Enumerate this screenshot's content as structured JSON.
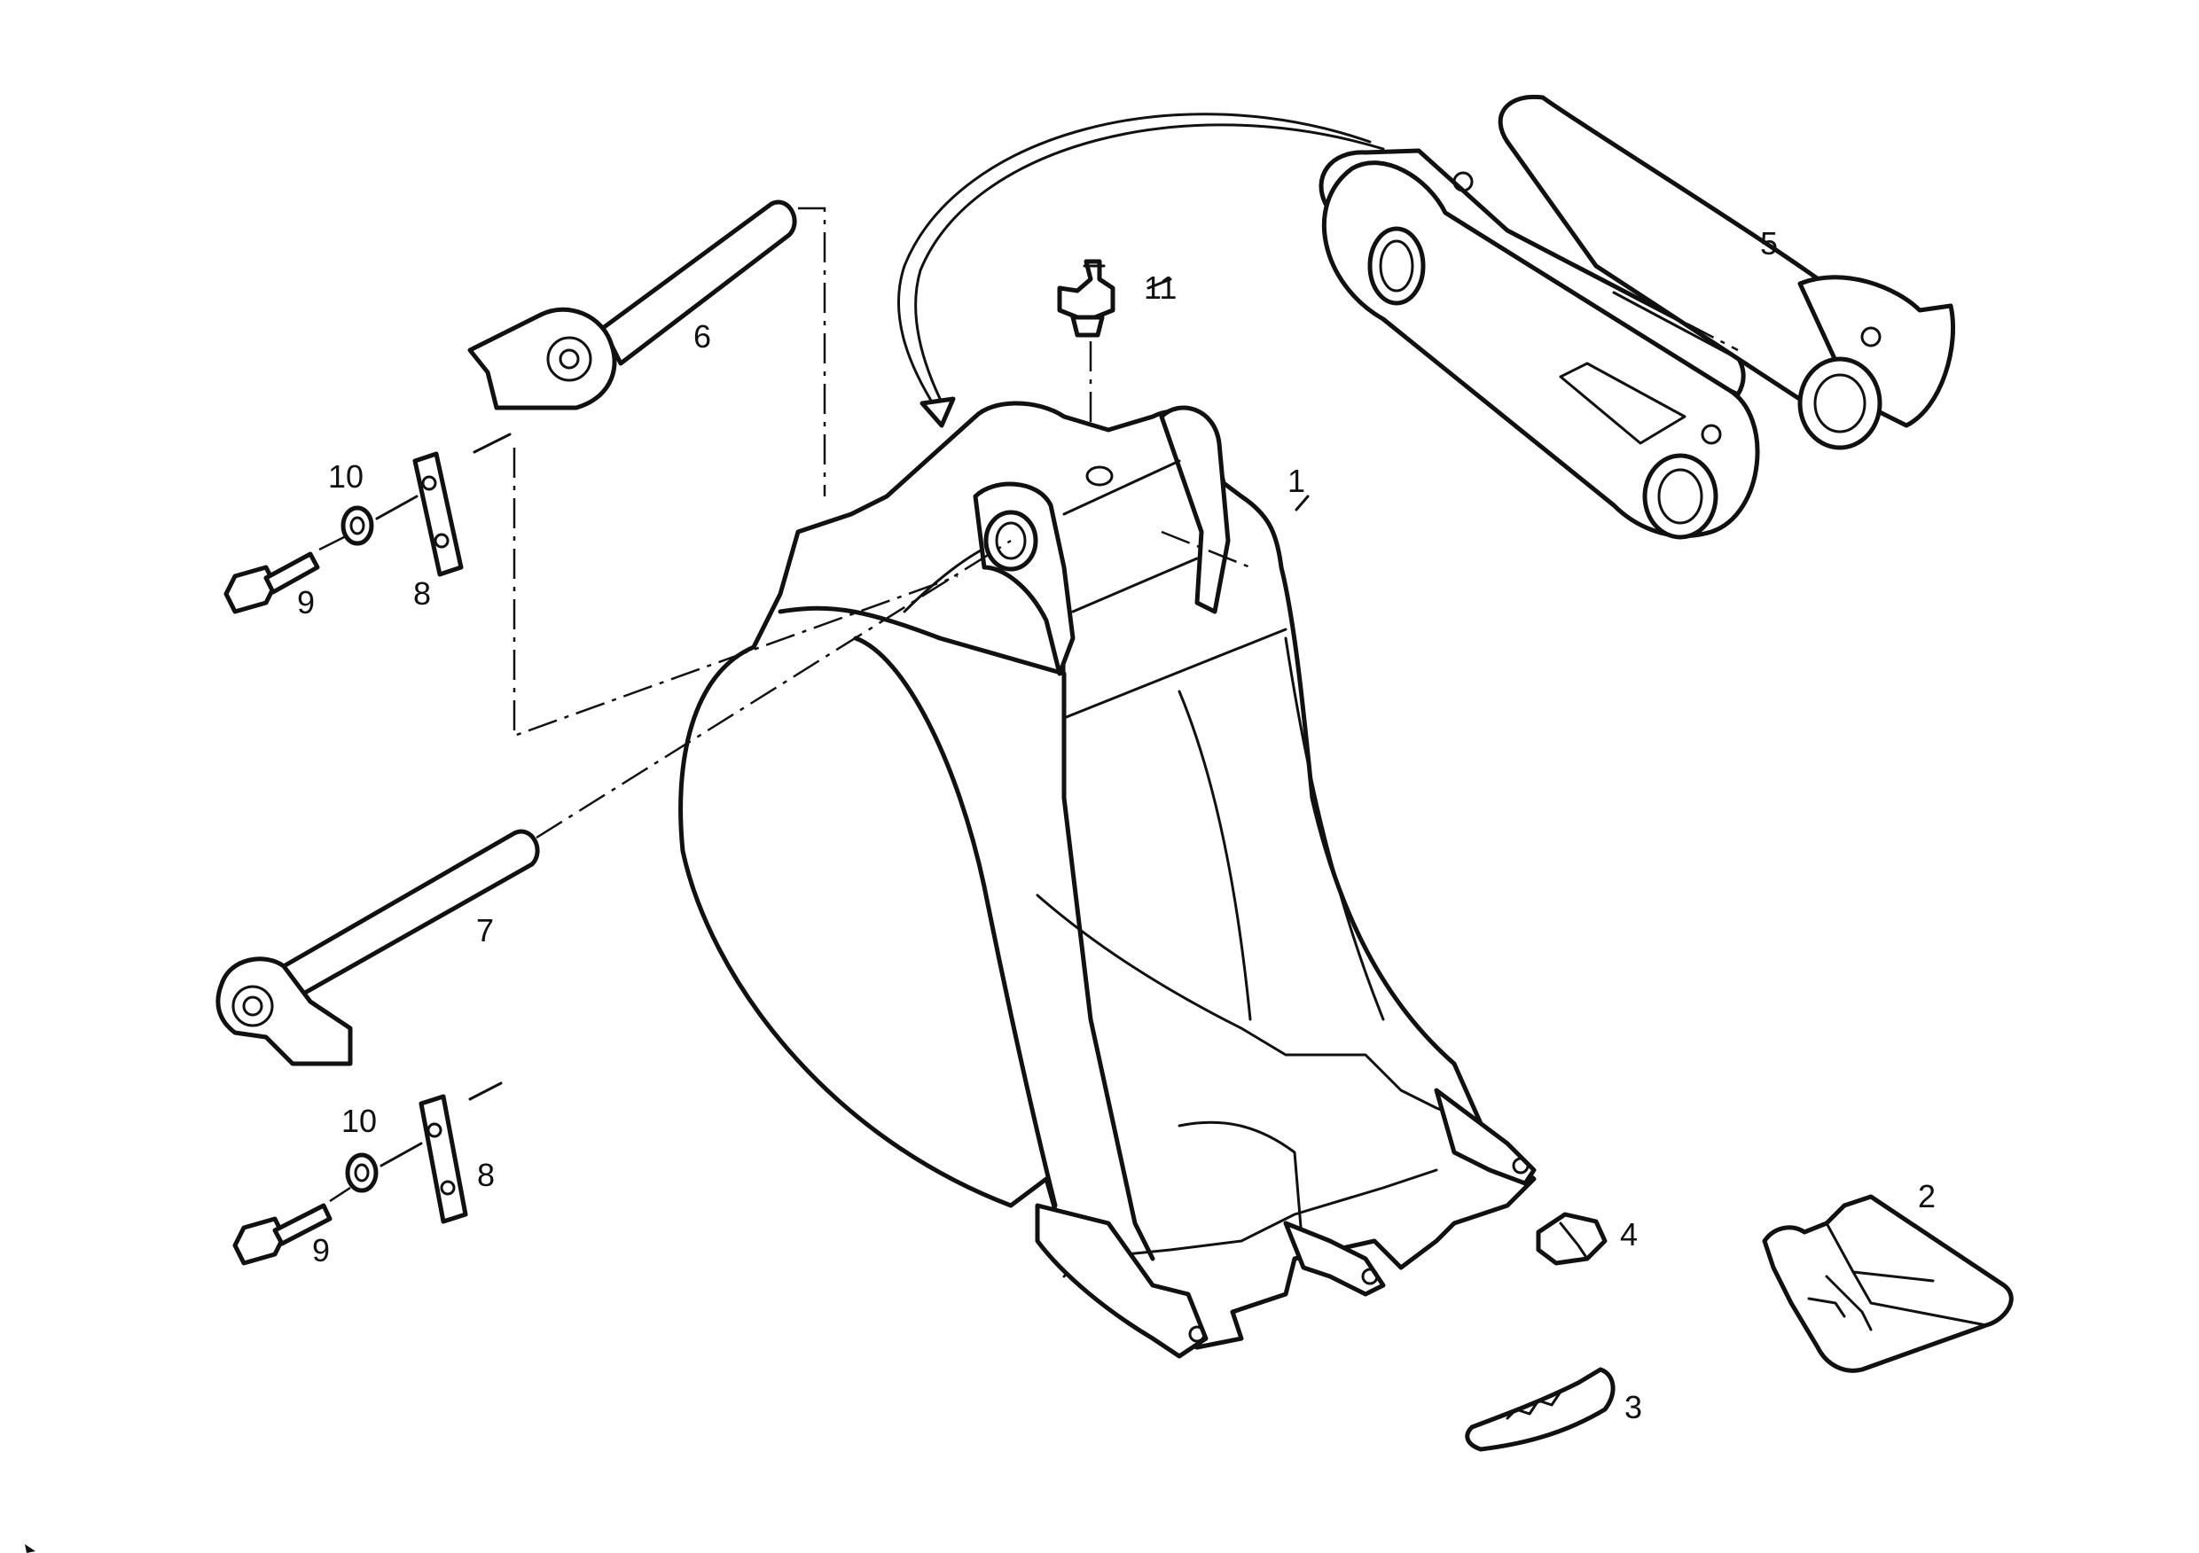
{
  "callouts": [
    {
      "id": "c1",
      "text": "1"
    },
    {
      "id": "c2",
      "text": "2"
    },
    {
      "id": "c3",
      "text": "3"
    },
    {
      "id": "c4",
      "text": "4"
    },
    {
      "id": "c5",
      "text": "5"
    },
    {
      "id": "c6",
      "text": "6"
    },
    {
      "id": "c7",
      "text": "7"
    },
    {
      "id": "c8a",
      "text": "8"
    },
    {
      "id": "c8b",
      "text": "8"
    },
    {
      "id": "c9a",
      "text": "9"
    },
    {
      "id": "c9b",
      "text": "9"
    },
    {
      "id": "c10a",
      "text": "10"
    },
    {
      "id": "c10b",
      "text": "10"
    },
    {
      "id": "c11",
      "text": "11"
    }
  ]
}
